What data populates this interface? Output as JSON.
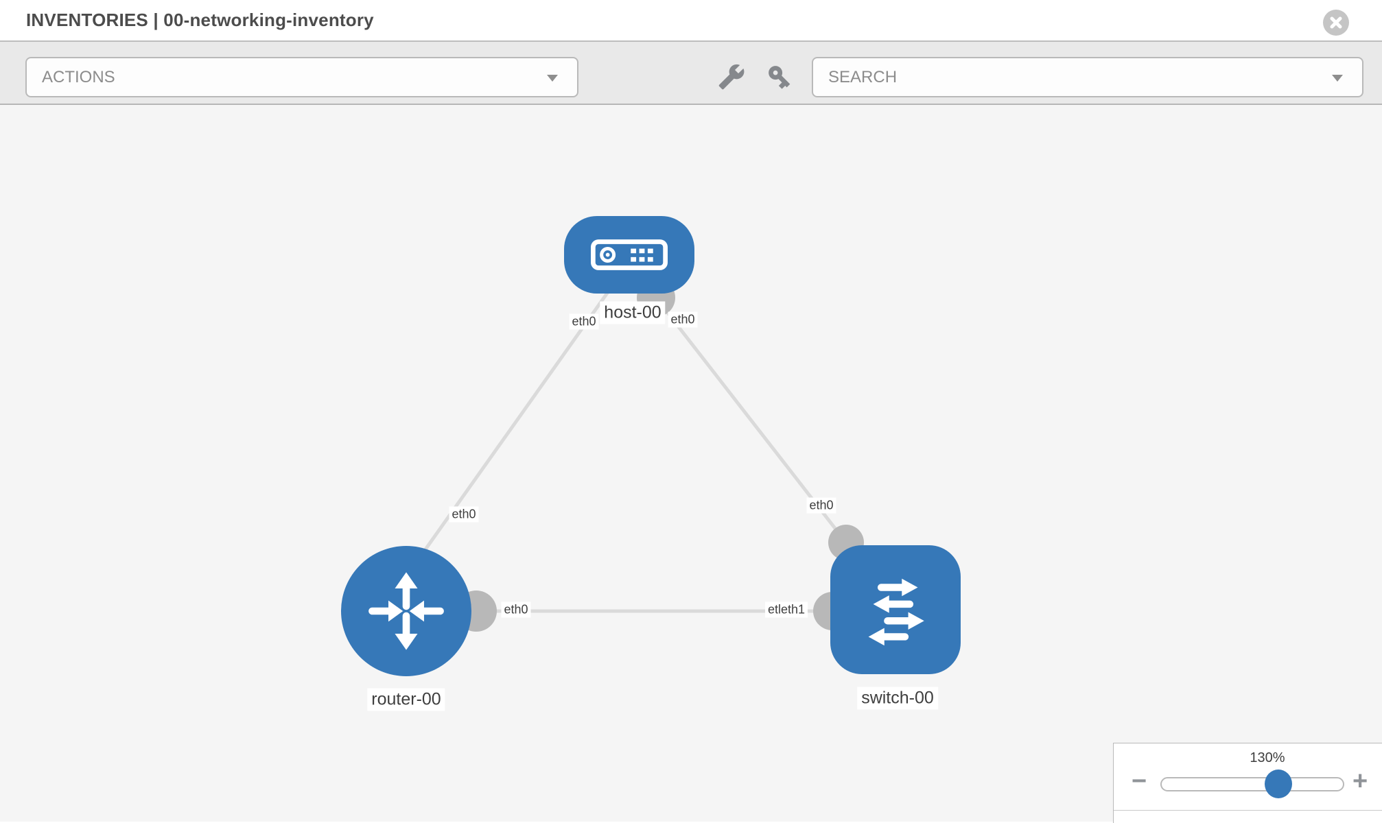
{
  "header": {
    "title": "INVENTORIES | 00-networking-inventory",
    "close_icon": "x-circle-icon"
  },
  "toolbar": {
    "actions_label": "ACTIONS",
    "search_label": "SEARCH",
    "icons": [
      "wrench-icon",
      "key-icon"
    ]
  },
  "topology": {
    "nodes": [
      {
        "id": "host-00",
        "label": "host-00",
        "type": "host",
        "icon": "host-icon"
      },
      {
        "id": "router-00",
        "label": "router-00",
        "type": "router",
        "icon": "router-icon"
      },
      {
        "id": "switch-00",
        "label": "switch-00",
        "type": "switch",
        "icon": "switch-icon"
      }
    ],
    "port_labels": [
      {
        "text": "eth0",
        "near": "host-00 left link"
      },
      {
        "text": "eth0",
        "near": "host-00 right link"
      },
      {
        "text": "eth0",
        "near": "router-00 top link"
      },
      {
        "text": "eth0",
        "near": "router-00 right port"
      },
      {
        "text": "etleth1",
        "near": "switch-00 left port (overlapping labels)"
      },
      {
        "text": "eth0",
        "near": "switch-00 top port"
      }
    ],
    "links": [
      {
        "from": "host-00",
        "to": "router-00"
      },
      {
        "from": "host-00",
        "to": "switch-00"
      },
      {
        "from": "router-00",
        "to": "switch-00"
      }
    ],
    "colors": {
      "node_blue": "#3678b8",
      "link_gray": "#dadada",
      "port_gray": "#b8b8b8",
      "canvas_bg": "#f5f5f5"
    }
  },
  "zoom_panel": {
    "level": "130%",
    "minus_label": "−",
    "plus_label": "+"
  }
}
